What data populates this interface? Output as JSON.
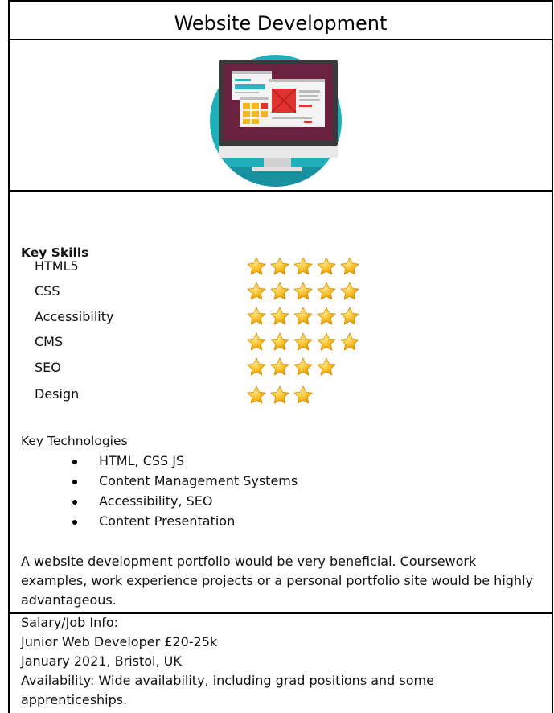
{
  "title": "Website Development",
  "key_skills": {
    "heading": "Key Skills",
    "items": [
      {
        "label": "HTML5",
        "rating": 5
      },
      {
        "label": "CSS",
        "rating": 5
      },
      {
        "label": "Accessibility",
        "rating": 5
      },
      {
        "label": "CMS",
        "rating": 5
      },
      {
        "label": "SEO",
        "rating": 4
      },
      {
        "label": "Design",
        "rating": 3
      }
    ],
    "rating_max": 5
  },
  "key_technologies": {
    "heading": "Key Technologies",
    "items": [
      "HTML, CSS JS",
      "Content Management Systems",
      "Accessibility, SEO",
      "Content Presentation"
    ]
  },
  "portfolio_note": "A website development portfolio would be very beneficial. Coursework examples, work experience projects or a personal portfolio site would be highly advantageous.",
  "salary_info": {
    "heading": "Salary/Job Info:",
    "role": "Junior Web Developer £20-25k",
    "date_location": "January 2021, Bristol, UK",
    "availability": "Availability: Wide availability, including grad positions and some apprenticeships."
  },
  "colors": {
    "star_fill": "#F7B71B",
    "teal": "#1EAFB8",
    "monitor_screen": "#6B2140"
  }
}
